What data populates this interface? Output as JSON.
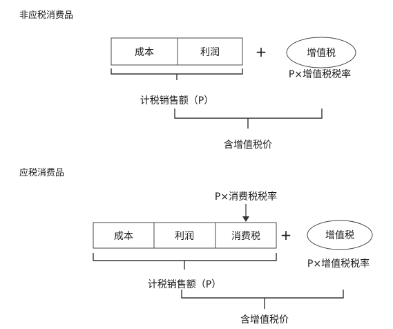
{
  "section1": {
    "heading": "非应税消费品",
    "boxes": [
      "成本",
      "利润"
    ],
    "plus": "+",
    "vat_oval": "增值税",
    "vat_formula": "P×增值税税率",
    "tax_base_label": "计税销售额（P）",
    "total_label": "含增值税价"
  },
  "section2": {
    "heading": "应税消费品",
    "consumption_formula": "P×消费税税率",
    "boxes": [
      "成本",
      "利润",
      "消费税"
    ],
    "plus": "+",
    "vat_oval": "增值税",
    "vat_formula": "P×增值税税率",
    "tax_base_label": "计税销售额（P）",
    "total_label": "含增值税价"
  }
}
